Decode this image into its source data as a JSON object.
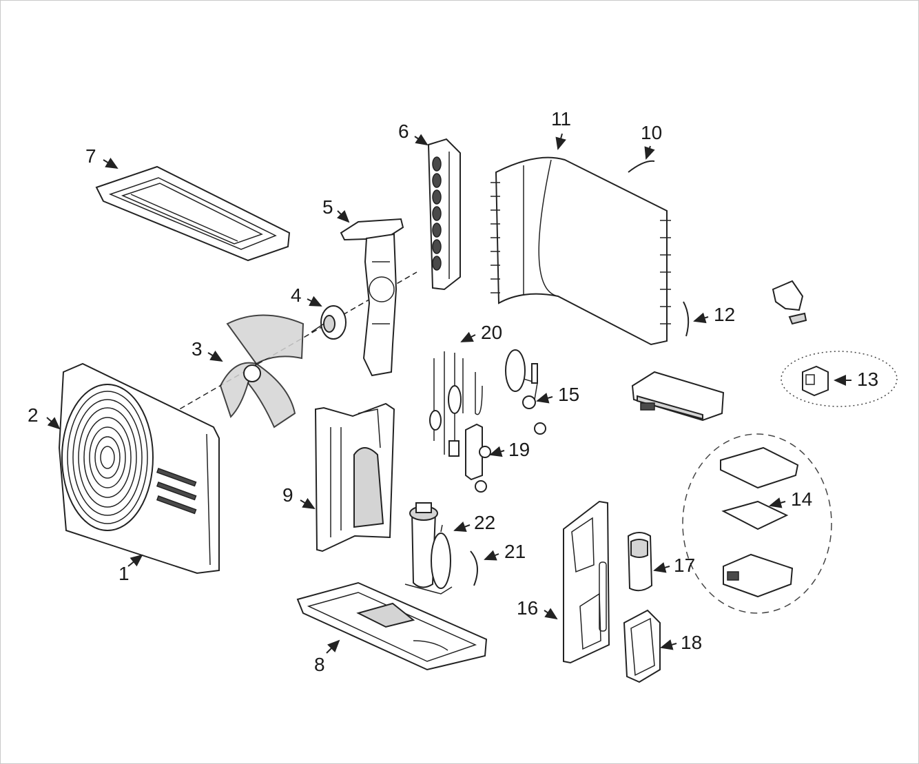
{
  "labels": [
    {
      "id": "1",
      "text": "1"
    },
    {
      "id": "2",
      "text": "2"
    },
    {
      "id": "3",
      "text": "3"
    },
    {
      "id": "4",
      "text": "4"
    },
    {
      "id": "5",
      "text": "5"
    },
    {
      "id": "6",
      "text": "6"
    },
    {
      "id": "7",
      "text": "7"
    },
    {
      "id": "8",
      "text": "8"
    },
    {
      "id": "9",
      "text": "9"
    },
    {
      "id": "10",
      "text": "10"
    },
    {
      "id": "11",
      "text": "11"
    },
    {
      "id": "12",
      "text": "12"
    },
    {
      "id": "13",
      "text": "13"
    },
    {
      "id": "14",
      "text": "14"
    },
    {
      "id": "15",
      "text": "15"
    },
    {
      "id": "16",
      "text": "16"
    },
    {
      "id": "17",
      "text": "17"
    },
    {
      "id": "18",
      "text": "18"
    },
    {
      "id": "19",
      "text": "19"
    },
    {
      "id": "20",
      "text": "20"
    },
    {
      "id": "21",
      "text": "21"
    },
    {
      "id": "22",
      "text": "22"
    }
  ],
  "colors": {
    "line": "#222222",
    "label": "#1a1a1a",
    "frame": "#c8c8c8",
    "fill_grey": "#d4d4d4"
  }
}
